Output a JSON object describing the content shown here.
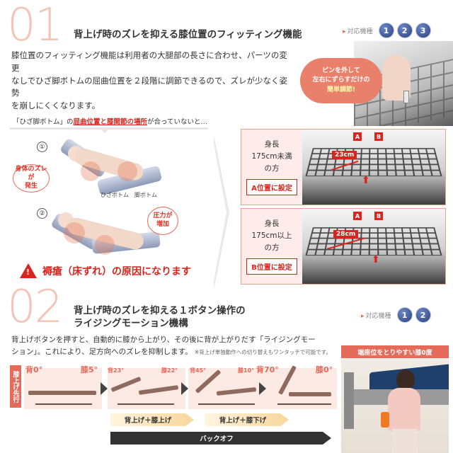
{
  "section1": {
    "num": "01",
    "title": "背上げ時のズレを抑える膝位置のフィッティング機能",
    "compat_label": "対応機種",
    "models": [
      "1",
      "2",
      "3"
    ],
    "body": [
      "膝位置のフィッティング機能は利用者の大腿部の長さに合わせ、パーツの変更",
      "なしでひざ脚ボトムの屈曲位置を２段階に調節できるので、ズレが少なく姿勢",
      "を崩しにくくなります。"
    ],
    "pin_bubble": [
      "ピンを外して",
      "左右にずらすだけの",
      "簡単調節!"
    ],
    "comparison": {
      "prefix": "「ひざ脚ボトム」の",
      "highlight": "屈曲位置と膝関節の場所",
      "suffix": "が合っていないと…"
    },
    "case1": {
      "num": "①",
      "tag": [
        "身体のズレが",
        "発生"
      ],
      "labels": [
        "ひざボトム",
        "脚ボトム"
      ]
    },
    "case2": {
      "num": "②",
      "tag": [
        "圧力が",
        "増加"
      ]
    },
    "warning": "褥瘡（床ずれ）の原因になります",
    "settings": [
      {
        "line1": "身長",
        "line2": "175cm未満",
        "line3": "の方",
        "button": "A位置に設定",
        "dim": "23cm"
      },
      {
        "line1": "身長",
        "line2": "175cm以上",
        "line3": "の方",
        "button": "B位置に設定",
        "dim": "28cm"
      }
    ],
    "markers": [
      "A",
      "B"
    ]
  },
  "section2": {
    "num": "02",
    "title": [
      "背上げ時のズレを抑える１ボタン操作の",
      "ライジングモーション機構"
    ],
    "compat_label": "対応機種",
    "models": [
      "1",
      "2"
    ],
    "body": [
      "背上げボタンを押すと、自動的に膝から上がり、その後に背が上がりだす「ライジングモー",
      "ション」。これにより、足方向へのズレを抑制します。"
    ],
    "note": "※背上げ単独動作への切り替えもワンタッチで可能です。",
    "side_label": "膝上げ先行",
    "angles": [
      {
        "back": "背0°",
        "knee": "膝5°"
      },
      {
        "back": "背23°",
        "knee": "膝22°"
      },
      {
        "back": "背45°",
        "knee": "膝10°"
      },
      {
        "back": "背70°",
        "knee": "膝0°"
      }
    ],
    "flow": [
      "背上げ＋膝上げ",
      "背上げ＋膝下げ",
      "バックオフ"
    ],
    "photo_caption": "端座位をとりやすい膝0度"
  }
}
